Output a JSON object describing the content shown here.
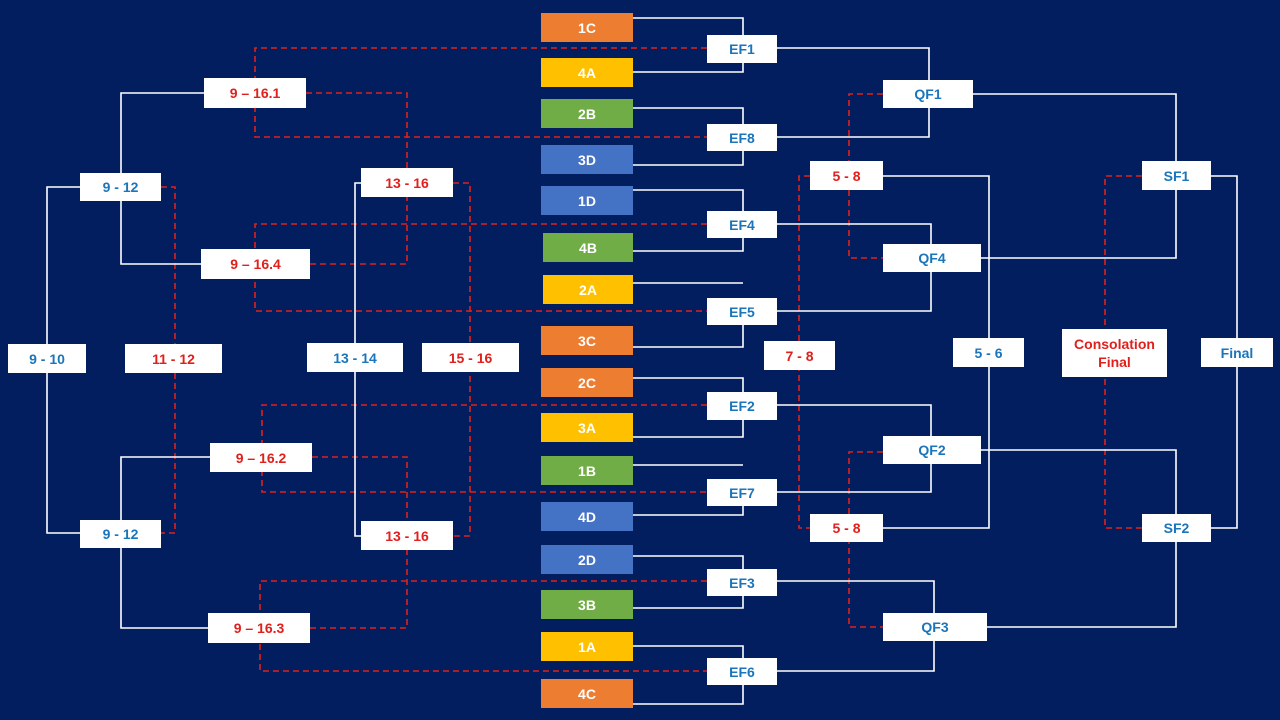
{
  "colors": {
    "background": "#021e5e",
    "line_main": "#ffffff",
    "line_consolation": "#e0201c",
    "label_main": "#1a75bb",
    "label_consolation": "#e0201c",
    "team_orange": "#ed7d31",
    "team_yellow": "#ffc000",
    "team_green": "#70ad47",
    "team_blue": "#4472c4"
  },
  "teams": {
    "t1c": {
      "label": "1C",
      "color": "#ed7d31"
    },
    "t4a": {
      "label": "4A",
      "color": "#ffc000"
    },
    "t2b": {
      "label": "2B",
      "color": "#70ad47"
    },
    "t3d": {
      "label": "3D",
      "color": "#4472c4"
    },
    "t1d": {
      "label": "1D",
      "color": "#4472c4"
    },
    "t4b": {
      "label": "4B",
      "color": "#70ad47"
    },
    "t2a": {
      "label": "2A",
      "color": "#ffc000"
    },
    "t3c": {
      "label": "3C",
      "color": "#ed7d31"
    },
    "t2c": {
      "label": "2C",
      "color": "#ed7d31"
    },
    "t3a": {
      "label": "3A",
      "color": "#ffc000"
    },
    "t1b": {
      "label": "1B",
      "color": "#70ad47"
    },
    "t4d": {
      "label": "4D",
      "color": "#4472c4"
    },
    "t2d": {
      "label": "2D",
      "color": "#4472c4"
    },
    "t3b": {
      "label": "3B",
      "color": "#70ad47"
    },
    "t1a": {
      "label": "1A",
      "color": "#ffc000"
    },
    "t4c": {
      "label": "4C",
      "color": "#ed7d31"
    }
  },
  "matches": {
    "ef1": "EF1",
    "ef8": "EF8",
    "ef4": "EF4",
    "ef5": "EF5",
    "ef2": "EF2",
    "ef7": "EF7",
    "ef3": "EF3",
    "ef6": "EF6",
    "qf1": "QF1",
    "qf4": "QF4",
    "qf2": "QF2",
    "qf3": "QF3",
    "sf1": "SF1",
    "sf2": "SF2",
    "final": "Final",
    "place_5_8_top": "5 - 8",
    "place_5_8_bottom": "5 - 8",
    "place_5_6": "5 - 6",
    "place_7_8": "7 - 8",
    "consolation_final": "Consolation Final",
    "p9_16_1": "9 – 16.1",
    "p9_16_4": "9 – 16.4",
    "p9_16_2": "9 – 16.2",
    "p9_16_3": "9 – 16.3",
    "p9_12_top": "9 - 12",
    "p9_12_bottom": "9 - 12",
    "p13_16_top": "13 - 16",
    "p13_16_bottom": "13 - 16",
    "p9_10": "9 - 10",
    "p11_12": "11 - 12",
    "p13_14": "13 - 14",
    "p15_16": "15 - 16"
  }
}
